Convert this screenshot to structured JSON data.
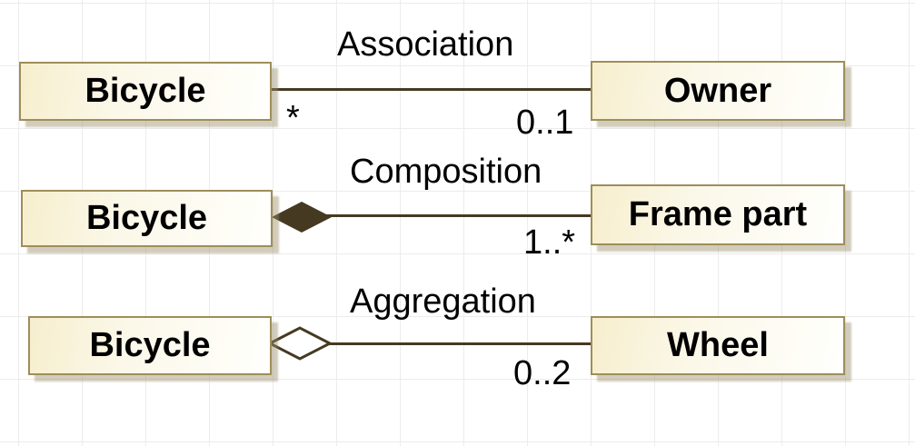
{
  "diagram": {
    "relationships": [
      {
        "name": "Association",
        "connector": "plain-line",
        "left": {
          "class": "Bicycle",
          "multiplicity": "*"
        },
        "right": {
          "class": "Owner",
          "multiplicity": "0..1"
        }
      },
      {
        "name": "Composition",
        "connector": "filled-diamond",
        "left": {
          "class": "Bicycle"
        },
        "right": {
          "class": "Frame part",
          "multiplicity": "1..*"
        }
      },
      {
        "name": "Aggregation",
        "connector": "hollow-diamond",
        "left": {
          "class": "Bicycle"
        },
        "right": {
          "class": "Wheel",
          "multiplicity": "0..2"
        }
      }
    ],
    "colors": {
      "connector": "#453922",
      "box_border": "#9e8e58",
      "box_fill_left": "#f6eecd",
      "box_fill_right": "#fffffc",
      "grid": "#ececec",
      "text": "#000000"
    }
  }
}
